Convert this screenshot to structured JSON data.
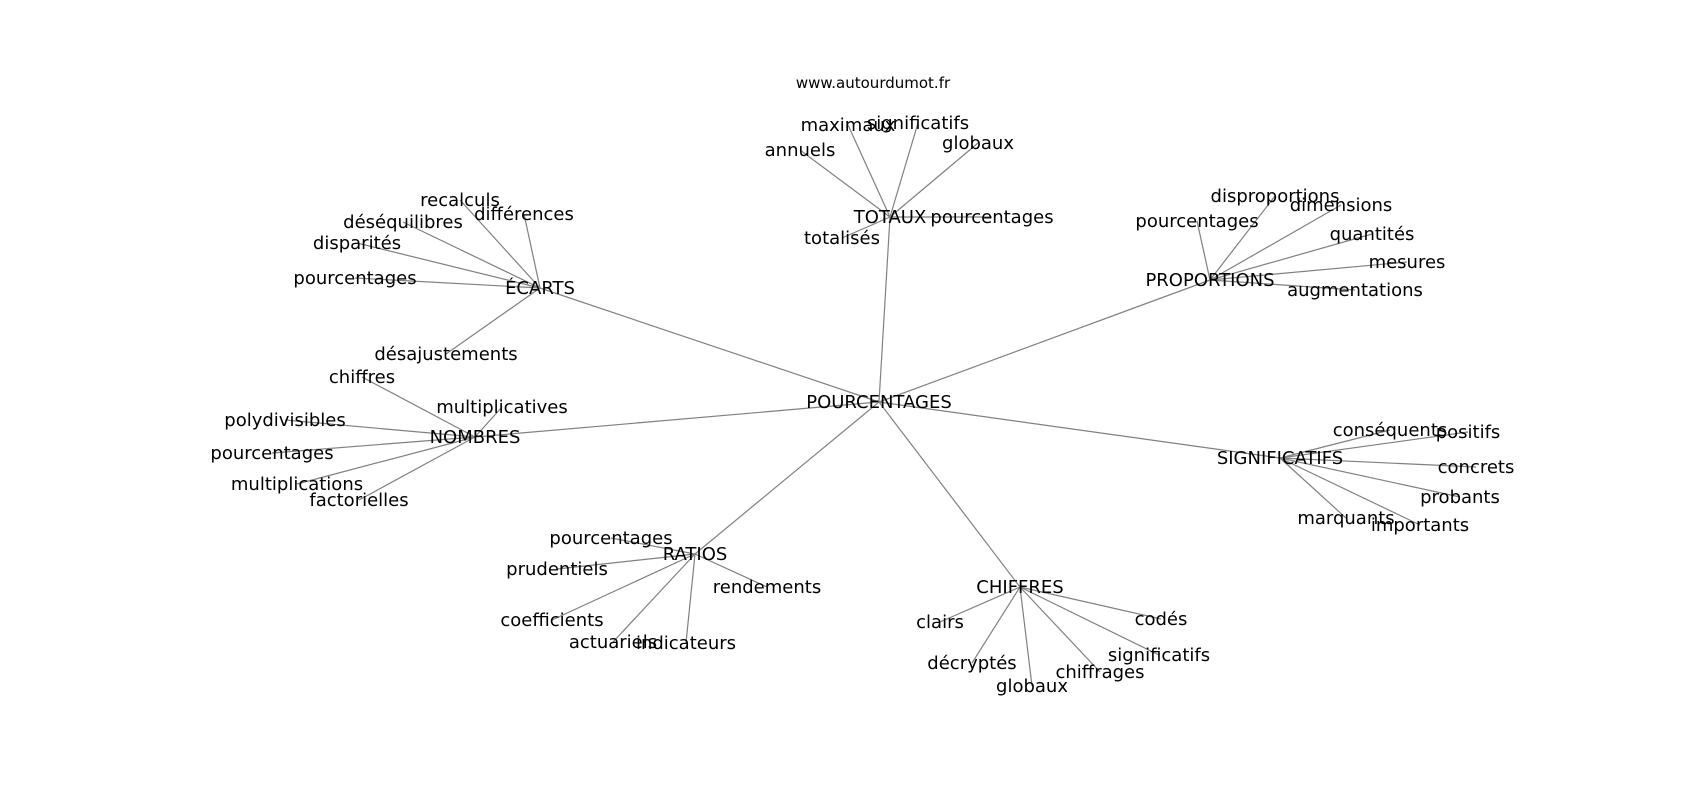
{
  "source": "www.autourdumot.fr",
  "colors": {
    "edge": "#808080",
    "text": "#000000",
    "background": "#ffffff"
  },
  "graph": {
    "center": "POURCENTAGES",
    "groups": [
      {
        "id": "totaux",
        "label": "TOTAUX",
        "leaves": [
          "maximaux",
          "significatifs",
          "annuels",
          "globaux",
          "pourcentages",
          "totalisés"
        ]
      },
      {
        "id": "ecarts",
        "label": "ÉCARTS",
        "leaves": [
          "recalculs",
          "différences",
          "déséquilibres",
          "disparités",
          "pourcentages",
          "désajustements"
        ]
      },
      {
        "id": "proportions",
        "label": "PROPORTIONS",
        "leaves": [
          "disproportions",
          "dimensions",
          "pourcentages",
          "quantités",
          "mesures",
          "augmentations"
        ]
      },
      {
        "id": "nombres",
        "label": "NOMBRES",
        "leaves": [
          "chiffres",
          "multiplicatives",
          "polydivisibles",
          "pourcentages",
          "multiplications",
          "factorielles"
        ]
      },
      {
        "id": "significatifs",
        "label": "SIGNIFICATIFS",
        "leaves": [
          "conséquents",
          "positifs",
          "concrets",
          "probants",
          "marquants",
          "importants"
        ]
      },
      {
        "id": "ratios",
        "label": "RATIOS",
        "leaves": [
          "pourcentages",
          "prudentiels",
          "rendements",
          "coefficients",
          "actuariels",
          "indicateurs"
        ]
      },
      {
        "id": "chiffres",
        "label": "CHIFFRES",
        "leaves": [
          "clairs",
          "codés",
          "décryptés",
          "significatifs",
          "chiffrages",
          "globaux"
        ]
      }
    ]
  }
}
